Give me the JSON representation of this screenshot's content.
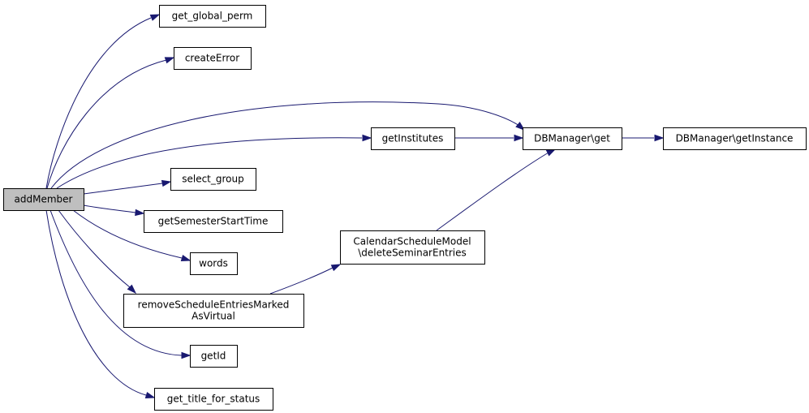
{
  "diagram": {
    "nodes": {
      "addMember": {
        "lines": [
          "addMember"
        ],
        "root": true
      },
      "get_global_perm": {
        "lines": [
          "get_global_perm"
        ]
      },
      "createError": {
        "lines": [
          "createError"
        ]
      },
      "getInstitutes": {
        "lines": [
          "getInstitutes"
        ]
      },
      "select_group": {
        "lines": [
          "select_group"
        ]
      },
      "getSemesterStartTime": {
        "lines": [
          "getSemesterStartTime"
        ]
      },
      "words": {
        "lines": [
          "words"
        ]
      },
      "removeScheduleEntries": {
        "lines": [
          "removeScheduleEntriesMarked",
          "AsVirtual"
        ]
      },
      "getId": {
        "lines": [
          "getId"
        ]
      },
      "get_title_for_status": {
        "lines": [
          "get_title_for_status"
        ]
      },
      "calendarDelete": {
        "lines": [
          "CalendarScheduleModel",
          "\\deleteSeminarEntries"
        ]
      },
      "dbGet": {
        "lines": [
          "DBManager\\get"
        ]
      },
      "dbGetInstance": {
        "lines": [
          "DBManager\\getInstance"
        ]
      }
    },
    "edges": [
      {
        "from": "addMember",
        "to": "get_global_perm"
      },
      {
        "from": "addMember",
        "to": "createError"
      },
      {
        "from": "addMember",
        "to": "dbGet"
      },
      {
        "from": "addMember",
        "to": "getInstitutes"
      },
      {
        "from": "addMember",
        "to": "select_group"
      },
      {
        "from": "addMember",
        "to": "getSemesterStartTime"
      },
      {
        "from": "addMember",
        "to": "words"
      },
      {
        "from": "addMember",
        "to": "removeScheduleEntries"
      },
      {
        "from": "addMember",
        "to": "getId"
      },
      {
        "from": "addMember",
        "to": "get_title_for_status"
      },
      {
        "from": "getInstitutes",
        "to": "dbGet"
      },
      {
        "from": "dbGet",
        "to": "dbGetInstance"
      },
      {
        "from": "removeScheduleEntries",
        "to": "calendarDelete"
      },
      {
        "from": "calendarDelete",
        "to": "dbGet"
      }
    ]
  }
}
